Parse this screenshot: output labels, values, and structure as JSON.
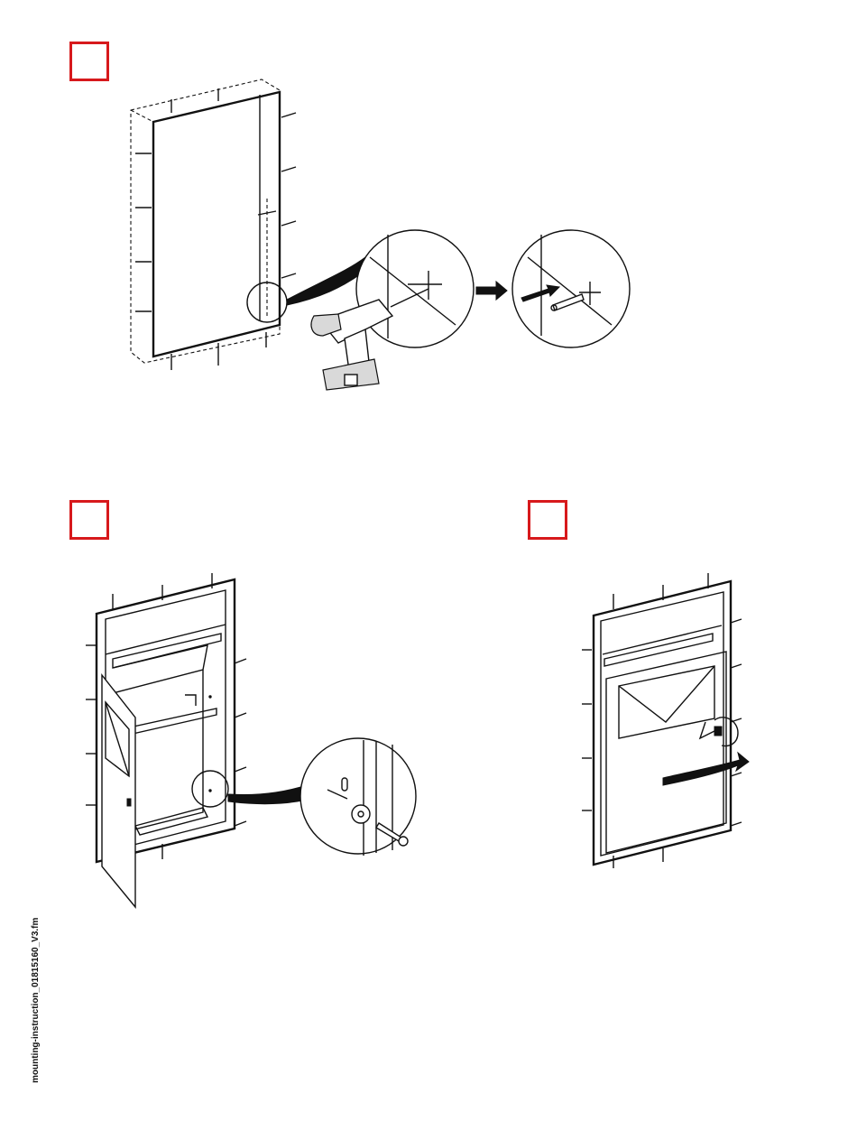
{
  "document": {
    "footer_filename": "mounting-instruction_01815160_V3.fm",
    "accent_color": "#d7191c",
    "steps": [
      {
        "id": "step-1",
        "box": "empty"
      },
      {
        "id": "step-2",
        "box": "empty"
      },
      {
        "id": "step-3",
        "box": "empty"
      }
    ],
    "icons": [
      "cordless-drill-icon",
      "wall-plug-icon",
      "screw-icon",
      "washer-icon",
      "rotate-arrow-icon",
      "swing-arrow-icon"
    ]
  }
}
